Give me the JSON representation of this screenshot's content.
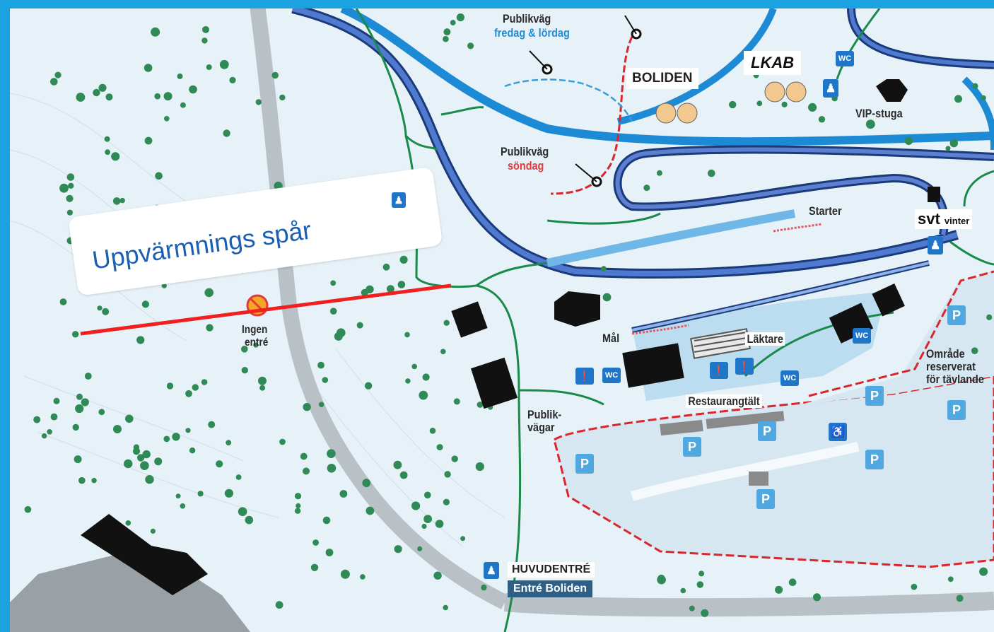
{
  "map": {
    "labels": {
      "publikvag_1": "Publikväg",
      "fredag_lordag": "fredag & lördag",
      "publikvag_2": "Publikväg",
      "sondag": "söndag",
      "boliden": "BOLIDEN",
      "lkab": "LKAB",
      "vip": "VIP-stuga",
      "starter": "Starter",
      "svt": "svt",
      "vinter": "vinter",
      "ingen": "Ingen",
      "entre": "entré",
      "mal": "Mål",
      "laktare": "Läktare",
      "omrade_1": "Område",
      "omrade_2": "reserverat",
      "omrade_3": "för tävlande",
      "restaurangtalt": "Restaurangtält",
      "publik_1": "Publik-",
      "publik_2": "vägar",
      "huvudentre": "HUVUDENTRÉ",
      "entre_boliden": "Entré Boliden"
    },
    "annotation": {
      "text": "Uppvärmnings spår",
      "line_color": "#f0201f"
    },
    "icons": {
      "wc": "WC",
      "parking": "P"
    },
    "colors": {
      "frame": "#1aa3e0",
      "ground": "#e6f1f8",
      "track_blue": "#1d8ad6",
      "track_navy": "#1b3a7a",
      "trail_green": "#1a8a4a",
      "tree": "#2f8a55",
      "road": "#b9c0c6",
      "red_dash": "#d9272e",
      "building": "#111111"
    }
  }
}
